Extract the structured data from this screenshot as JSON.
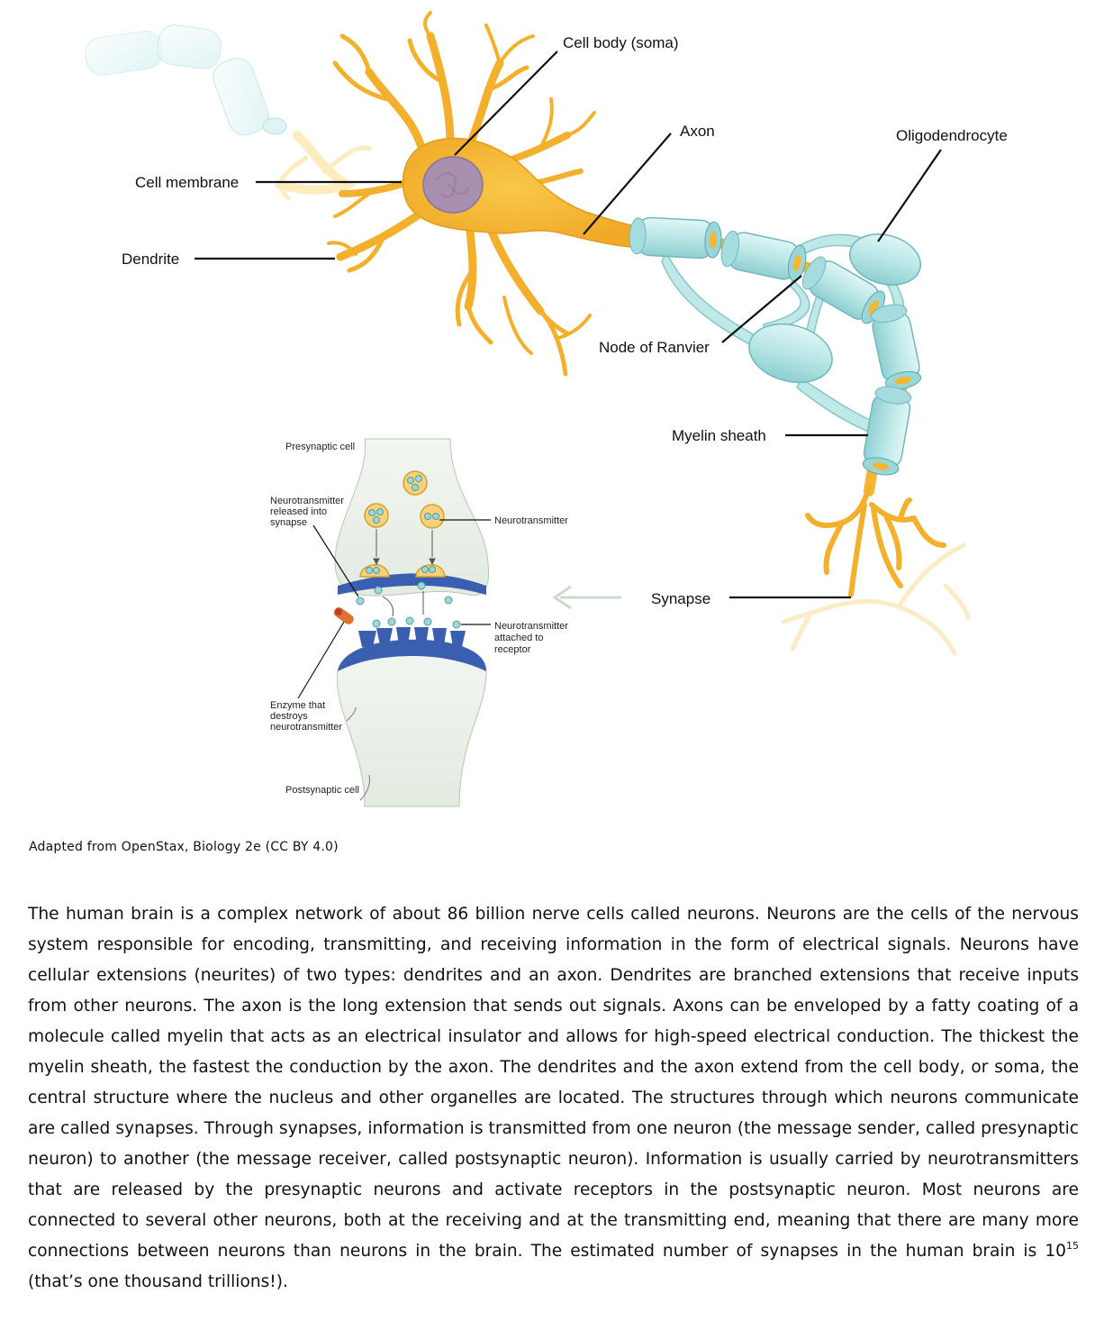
{
  "figure": {
    "labels": {
      "cell_body": "Cell body (soma)",
      "axon": "Axon",
      "oligodendrocyte": "Oligodendrocyte",
      "cell_membrane": "Cell membrane",
      "dendrite": "Dendrite",
      "node_of_ranvier": "Node of Ranvier",
      "myelin_sheath": "Myelin sheath",
      "synapse": "Synapse"
    },
    "synapse_inset": {
      "presynaptic_cell": "Presynaptic cell",
      "nt_released_1": "Neurotransmitter",
      "nt_released_2": "released into",
      "nt_released_3": "synapse",
      "neurotransmitter": "Neurotransmitter",
      "nt_attached_1": "Neurotransmitter",
      "nt_attached_2": "attached to",
      "nt_attached_3": "receptor",
      "enzyme_1": "Enzyme that",
      "enzyme_2": "destroys",
      "enzyme_3": "neurotransmitter",
      "postsynaptic_cell": "Postsynaptic cell"
    },
    "colors": {
      "neuron": "#f5b731",
      "neuron_edge": "#d99a1a",
      "nucleus": "#a88fb0",
      "myelin": "#b9e6e6",
      "myelin_edge": "#6fb8bc",
      "receptor": "#3b5fb0",
      "arrow": "#c8dcc8"
    }
  },
  "caption": "Adapted from OpenStax, Biology 2e (CC BY 4.0)",
  "paragraph": {
    "main": "The human brain is a complex network of about 86 billion nerve cells called neurons. Neurons  are the cells of the nervous system responsible for encoding, transmitting, and receiving information in the form of electrical signals. Neurons have cellular extensions (neurites) of two types: dendrites and an axon. Dendrites are branched extensions that receive inputs from other neurons. The axon is the long extension that sends out signals. Axons can be enveloped by a fatty coating of a molecule called myelin that acts as an electrical insulator and allows for high-speed electrical conduction. The thickest the myelin sheath, the fastest the conduction by the axon. The dendrites and the axon extend from the  cell body, or soma, the central structure where the nucleus and other organelles are located. The structures through which neurons communicate are called synapses. Through synapses, information is transmitted from one neuron (the message sender, called presynaptic neuron) to another (the message receiver, called postsynaptic neuron). Information is usually carried by neurotransmitters that are released by the presynaptic neurons and activate receptors in the postsynaptic neuron. Most neurons are connected to several other neurons, both at the receiving and at the  transmitting end, meaning that there are many more connections between neurons than neurons in the brain. The estimated number of synapses in the human brain is 10",
    "exponent": "15",
    "tail": " (that’s one thousand trillions!)."
  }
}
